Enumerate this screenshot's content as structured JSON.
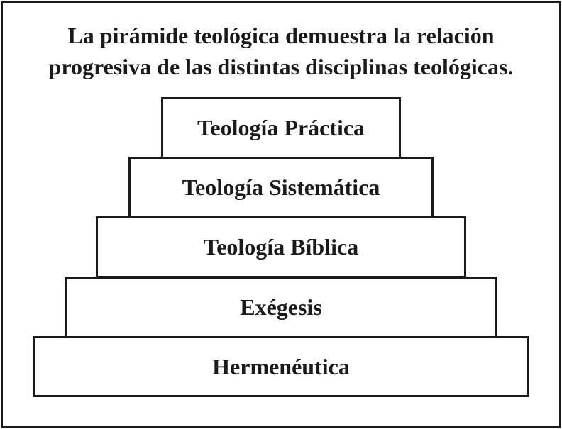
{
  "caption": {
    "line1": "La pirámide teológica demuestra la relación",
    "line2": "progresiva de las distintas disciplinas teológicas."
  },
  "pyramid": {
    "levels": [
      "Teología Práctica",
      "Teología Sistemática",
      "Teología Bíblica",
      "Exégesis",
      "Hermenéutica"
    ]
  }
}
